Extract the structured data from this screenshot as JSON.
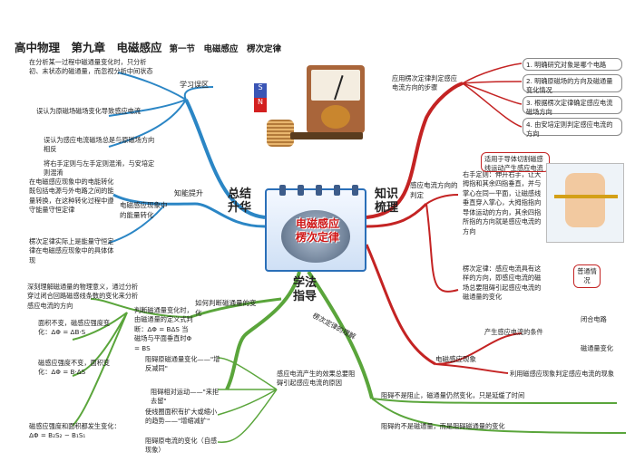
{
  "title": {
    "main": "高中物理　第九章　电磁感应",
    "sub": "第一节　电磁感应　楞次定律"
  },
  "center": {
    "line1": "电磁感应",
    "line2": "楞次定律"
  },
  "branches": {
    "summary": {
      "line1": "总结",
      "line2": "升华"
    },
    "knowledge": {
      "line1": "知识",
      "line2": "梳理"
    },
    "method": {
      "line1": "学法",
      "line2": "指导"
    }
  },
  "study": {
    "label": "学习误区",
    "items": [
      "在分析某一过程中磁通量变化时，只分析初、末状态的磁通量，而忽视分析中间状态",
      "误认为原磁场磁场变化导致感应电流",
      "误认为感应电流磁场总是与原磁场方向相反",
      "将右手定则与左手定则混淆，与安培定则混淆"
    ]
  },
  "ability": {
    "label": "知能提升",
    "label2": "电磁感应现象中的能量转化",
    "items": [
      "在电磁感应现象中的电能转化既包括电源与外电路之间的能量转换，在这种转化过程中遵守能量守恒定律",
      "楞次定律实际上是能量守恒定律在电磁感应现象中的具体体现"
    ]
  },
  "method_left": {
    "intro": "深刻理解磁通量的物理意义，通过分析穿过闭合回路磁感线条数的变化来分析感应电流的方向",
    "label": "如何判断磁通量的变化",
    "desc": "判断磁通量变化时，由磁通量的定义式判断：ΔΦ = BΔS 当磁场与平面垂直时Φ = BS",
    "items": [
      "面积不变，磁感应强度变化：ΔΦ = ΔB·S",
      "磁感应强度不变，面积变化：ΔΦ = B·ΔS",
      "磁感应强度和面积都发生变化：ΔΦ = B₂S₂ − B₁S₁"
    ]
  },
  "lenz_meaning": {
    "label": "楞次定律的理解",
    "main": "感应电流产生的效果总要阻碍引起感应电流的原因",
    "items": [
      "阻碍原磁通量变化——\"增反减同\"",
      "阻碍相对运动——\"来拒去留\"",
      "使线圈面积有扩大或缩小的趋势——\"增缩减扩\"",
      "阻碍原电流的变化（自感现象）"
    ],
    "notes": [
      "阻碍不是阻止，磁通量仍然变化，只是延缓了时间",
      "阻碍的不是磁通量，而是阻碍磁通量的变化"
    ]
  },
  "knowledge_right": {
    "steps_label": "应用楞次定律判定感应电流方向的步骤",
    "steps": [
      "1. 明确研究对象是哪个电路",
      "2. 明确原磁场的方向及磁通量变化情况",
      "3. 根据楞次定律确定感应电流磁场方向",
      "4. 由安培定则判定感应电流的方向"
    ],
    "judge_label": "感应电流方向的判定",
    "right_hand": "右手定则：伸开右手，让大拇指和其余四指垂直，并与掌心在同一平面，让磁感线垂直穿入掌心，大拇指指向导体运动的方向，其余四指所指的方向就是感应电流的方向",
    "right_hand_note": "适用于导体切割磁感线运动产生感应电流",
    "lenz": "楞次定律：感应电流具有这样的方向，即感应电流的磁场总要阻碍引起感应电流的磁通量的变化",
    "lenz_tag": "普通情况",
    "phenomenon_label": "电磁感应现象",
    "condition_label": "产生感应电流的条件",
    "condition_a": "闭合电路",
    "condition_b": "磁通量变化",
    "judge_b": "利用磁感应现象判定感应电流的现象"
  }
}
